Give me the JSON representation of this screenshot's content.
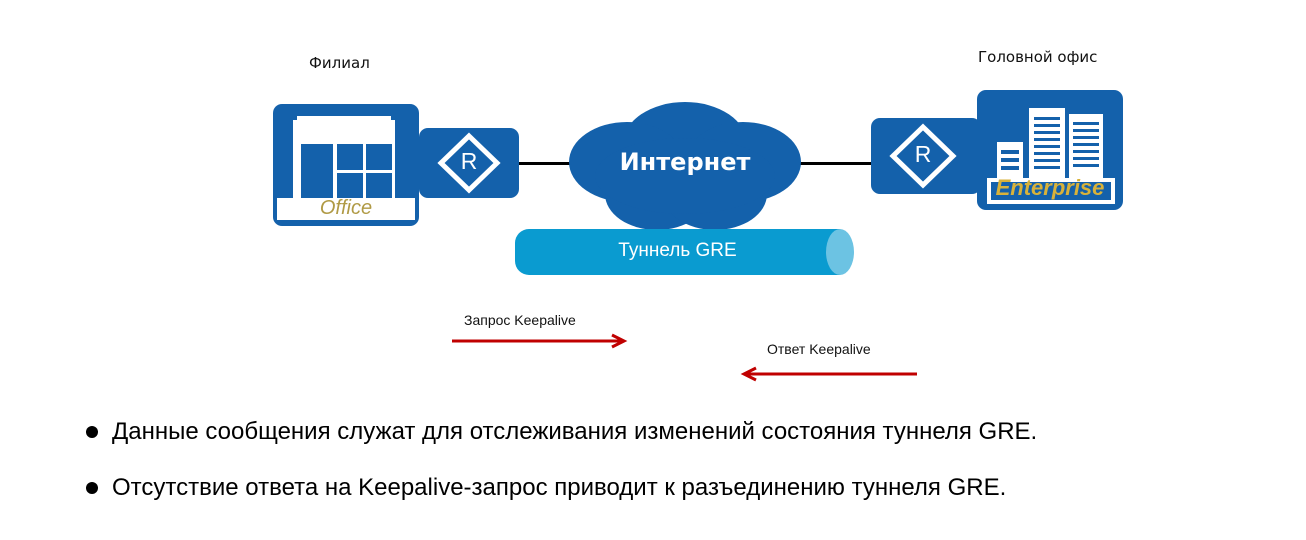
{
  "diagram": {
    "branch": {
      "label": "Филиал",
      "building_caption": "Office"
    },
    "headquarters": {
      "label": "Головной офис",
      "building_caption": "Enterprise"
    },
    "internet": {
      "label": "Интернет"
    },
    "tunnel": {
      "label": "Туннель GRE"
    },
    "router_symbol": "R",
    "messages": [
      {
        "label": "Запрос Keepalive",
        "direction": "right"
      },
      {
        "label": "Ответ Keepalive",
        "direction": "left"
      }
    ],
    "colors": {
      "device_blue": "#1461ab",
      "tunnel_blue": "#0a9bd0",
      "tunnel_end": "#6cc3e3",
      "arrow_red": "#c00000",
      "caption_gold": "#c9a227"
    }
  },
  "bullets": [
    "Данные сообщения служат для отслеживания изменений состояния туннеля GRE.",
    "Отсутствие ответа на Keepalive-запрос приводит к разъединению туннеля GRE."
  ]
}
